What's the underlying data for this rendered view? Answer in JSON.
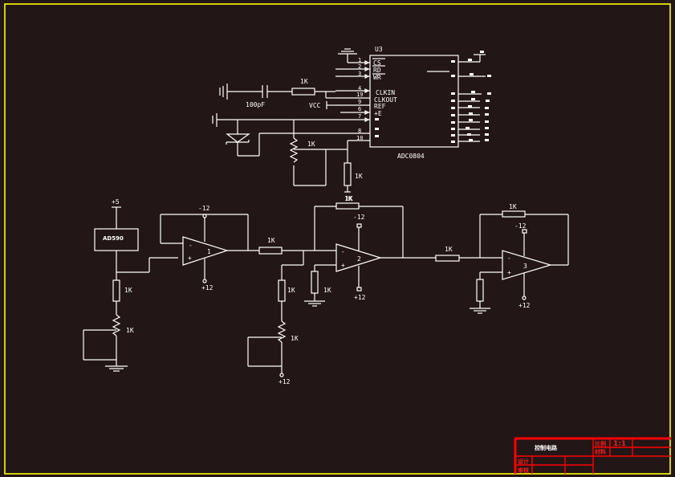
{
  "drawing": {
    "title_block": {
      "title": "控制电路",
      "scale_label": "比例",
      "scale_value": "1:1",
      "material_label": "材料",
      "design_label": "设计",
      "review_label": "审核"
    },
    "adc": {
      "ref": "U3",
      "part": "ADC0804",
      "pins_left": [
        {
          "num": "1",
          "name": "CS"
        },
        {
          "num": "2",
          "name": "RD"
        },
        {
          "num": "3",
          "name": "WR"
        },
        {
          "num": "4",
          "name": "CLKIN"
        },
        {
          "num": "19",
          "name": "CLKOUT"
        },
        {
          "num": "9",
          "name": "REF"
        },
        {
          "num": "6",
          "name": "+E"
        },
        {
          "num": "7",
          "name": ""
        },
        {
          "num": "8",
          "name": ""
        },
        {
          "num": "10",
          "name": ""
        }
      ]
    },
    "labels": {
      "cap_value": "100pF",
      "clk_res": "1K",
      "vcc": "VCC",
      "pot_adc": "1K",
      "res_adc_out": "1K",
      "res_adc_out2": "1K",
      "supply_plus5": "+5",
      "ad590": "AD590",
      "res_ad590": "1K",
      "pot_ad590": "1K",
      "opamp1": "1",
      "opamp2": "2",
      "opamp3": "3",
      "op1_neg": "-12",
      "op1_pos": "+12",
      "op2_neg": "-12",
      "op2_pos": "+12",
      "op3_neg": "-12",
      "op3_pos": "+12",
      "res_op1_out": "1K",
      "res_op2_fb": "1K",
      "res_op2_bias": "1K",
      "res_op2_plus": "1K",
      "pot_op2": "1K",
      "pot_op2_supply": "+12",
      "res_op2_out": "1K",
      "res_op3_fb": "1K",
      "minus": "-",
      "plus": "+"
    }
  }
}
